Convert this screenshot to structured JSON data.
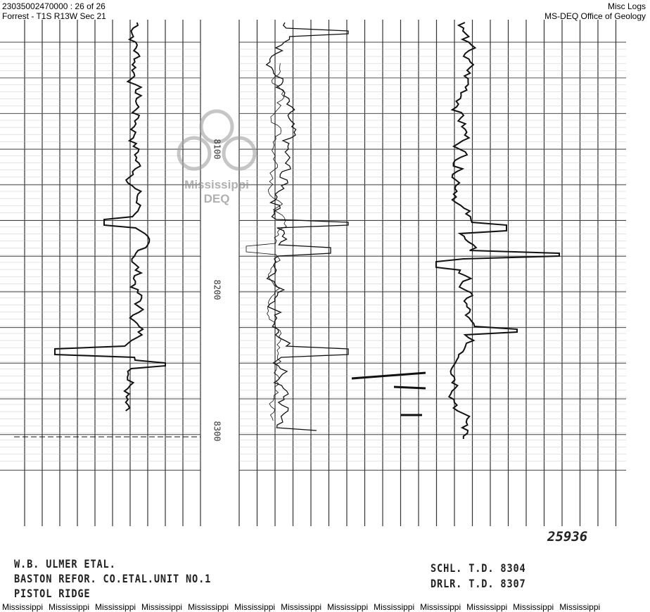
{
  "header": {
    "doc_id": "23035002470000 : 26 of 26",
    "location": "Forrest - T1S R13W Sec 21",
    "category": "Misc Logs",
    "agency": "MS-DEQ Office of Geology"
  },
  "watermark": {
    "line1": "Mississippi",
    "line2": "DEQ"
  },
  "log": {
    "depth_labels": [
      "8100",
      "8200",
      "8300"
    ],
    "serial_number": "25936"
  },
  "well_info": {
    "operator": "W.B. ULMER ETAL.",
    "well_name": "BASTON REFOR. CO.ETAL.UNIT NO.1",
    "field": "PISTOL RIDGE",
    "schl_td": "SCHL. T.D. 8304",
    "drlr_td": "DRLR. T.D. 8307"
  },
  "footer": {
    "watermark_text": [
      "Mississippi",
      "Mississippi",
      "Mississippi",
      "Mississippi",
      "Mississippi",
      "Mississippi",
      "Mississippi",
      "Mississippi",
      "Mississippi",
      "Mississippi",
      "Mississippi",
      "Mississippi",
      "Mississippi"
    ]
  }
}
